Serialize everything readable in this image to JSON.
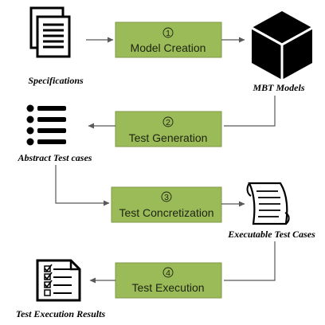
{
  "steps": [
    {
      "number": "1",
      "label": "Model Creation"
    },
    {
      "number": "2",
      "label": "Test Generation"
    },
    {
      "number": "3",
      "label": "Test Concretization"
    },
    {
      "number": "4",
      "label": "Test Execution"
    }
  ],
  "nodes": {
    "specifications": "Specifications",
    "mbt_models": "MBT Models",
    "abstract_test_cases": "Abstract Test cases",
    "executable_test_cases": "Executable Test Cases",
    "test_execution_results": "Test Execution Results"
  },
  "colors": {
    "step_fill": "#9bbb59",
    "icon": "#000000",
    "arrow": "#595959"
  }
}
